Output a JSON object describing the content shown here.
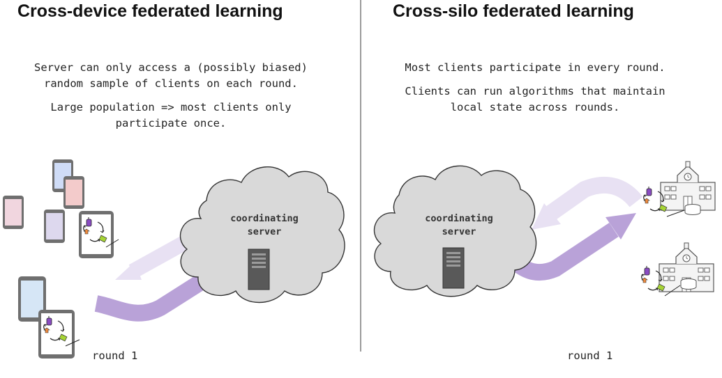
{
  "left_panel": {
    "title": "Cross-device federated learning",
    "paragraphs": [
      "Server can only access a (possibly biased) random sample of clients on each round.",
      "Large population => most clients only participate once."
    ],
    "server_label": "coordinating server",
    "round_label": "round 1"
  },
  "right_panel": {
    "title": "Cross-silo federated learning",
    "paragraphs": [
      "Most clients participate in every round.",
      "Clients can run algorithms that maintain local state across rounds."
    ],
    "server_label": "coordinating server",
    "round_label": "round 1"
  },
  "colors": {
    "divider": "#9a9a9a",
    "cloud_fill": "#d9d9d9",
    "cloud_stroke": "#333333",
    "arrow_dark": "#b9a2d8",
    "arrow_light": "#e8e1f3",
    "phone_body": "#6f6f6f",
    "server_box": "#595959"
  },
  "icons": [
    "phone-icon",
    "tablet-icon",
    "cloud-icon",
    "server-rack-icon",
    "school-building-icon",
    "database-icon",
    "training-loop-icon",
    "arrow-icon"
  ]
}
